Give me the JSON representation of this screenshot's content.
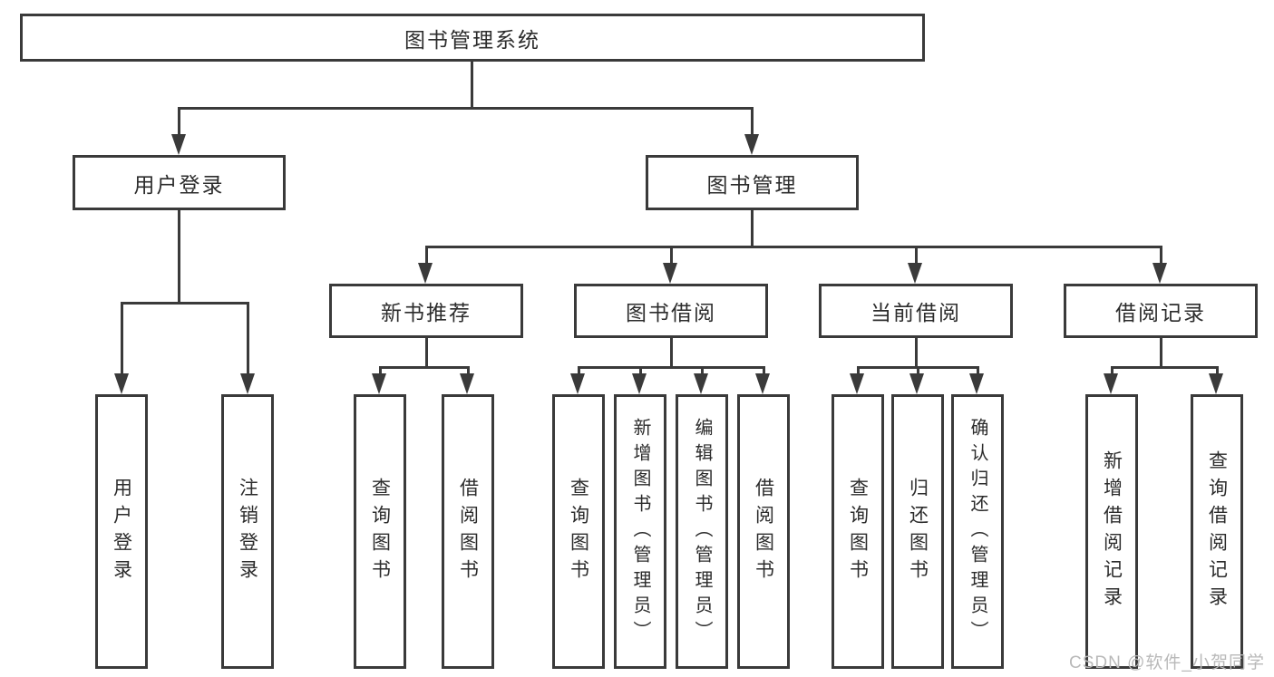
{
  "tree": {
    "root_label": "图书管理系统",
    "branches": [
      {
        "label": "用户登录",
        "children": [
          "用户登录",
          "注销登录"
        ]
      },
      {
        "label": "图书管理",
        "groups": [
          {
            "label": "新书推荐",
            "children": [
              "查询图书",
              "借阅图书"
            ]
          },
          {
            "label": "图书借阅",
            "children": [
              "查询图书",
              "新增图书（管理员）",
              "编辑图书（管理员）",
              "借阅图书"
            ]
          },
          {
            "label": "当前借阅",
            "children": [
              "查询图书",
              "归还图书",
              "确认归还（管理员）"
            ]
          },
          {
            "label": "借阅记录",
            "children": [
              "新增借阅记录",
              "查询借阅记录"
            ]
          }
        ]
      }
    ]
  },
  "watermark": {
    "text": "CSDN @软件_小贺同学"
  },
  "colors": {
    "line": "#3a3a3a",
    "text": "#2c2c2c",
    "box_bg": "#ffffff",
    "watermark": "#b9b9b9"
  }
}
